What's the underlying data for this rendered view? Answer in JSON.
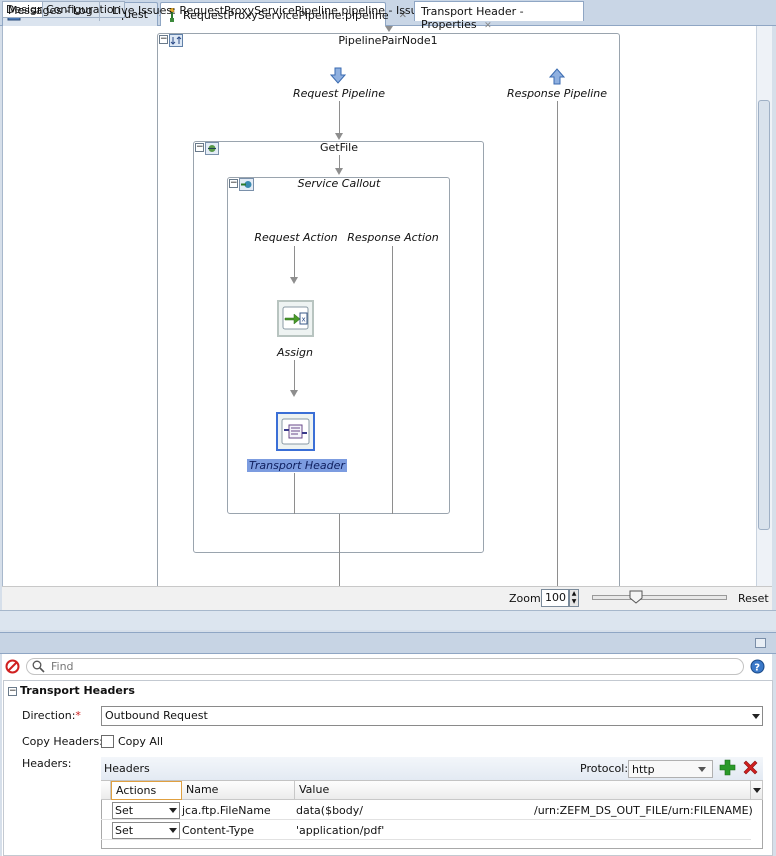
{
  "editor_tabs": [
    {
      "label": "FileTransferOnRequest"
    },
    {
      "label": "RequestProxyServicePipeline.pipeline"
    }
  ],
  "canvas": {
    "pipeline_pair": "PipelinePairNode1",
    "request_pipeline": "Request Pipeline",
    "response_pipeline": "Response Pipeline",
    "stage": "GetFile",
    "service_callout": "Service Callout",
    "request_action": "Request Action",
    "response_action": "Response Action",
    "assign": "Assign",
    "transport_header": "Transport Header"
  },
  "zoom": {
    "label": "Zoom:",
    "value": "100",
    "reset_label": "Reset"
  },
  "design_tabs": [
    {
      "label": "Design"
    },
    {
      "label": "Configuration"
    }
  ],
  "panel_tabs": [
    {
      "label": "Messages - Log"
    },
    {
      "label": "Live Issues: RequestProxyServicePipeline.pipeline - Issues"
    },
    {
      "label": "Transport Header - Properties"
    }
  ],
  "find": {
    "placeholder": "Find"
  },
  "properties": {
    "section_title": "Transport Headers",
    "direction_label": "Direction:",
    "required_mark": "*",
    "direction_value": "Outbound Request",
    "copy_headers_label": "Copy Headers:",
    "copy_all_label": "Copy All",
    "headers_label": "Headers:",
    "grid_title": "Headers",
    "protocol_label": "Protocol:",
    "protocol_value": "http",
    "columns": [
      "Actions",
      "Name",
      "Value"
    ],
    "rows": [
      {
        "action": "Set",
        "name": "jca.ftp.FileName",
        "value": "data($body/",
        "value_tail": "/urn:ZEFM_DS_OUT_FILE/urn:FILENAME)"
      },
      {
        "action": "Set",
        "name": "Content-Type",
        "value": "'application/pdf'",
        "value_tail": ""
      }
    ]
  },
  "colors": {
    "accent_selection": "#7c9ce0",
    "add_green": "#2a9a2a",
    "delete_red": "#d02020"
  }
}
